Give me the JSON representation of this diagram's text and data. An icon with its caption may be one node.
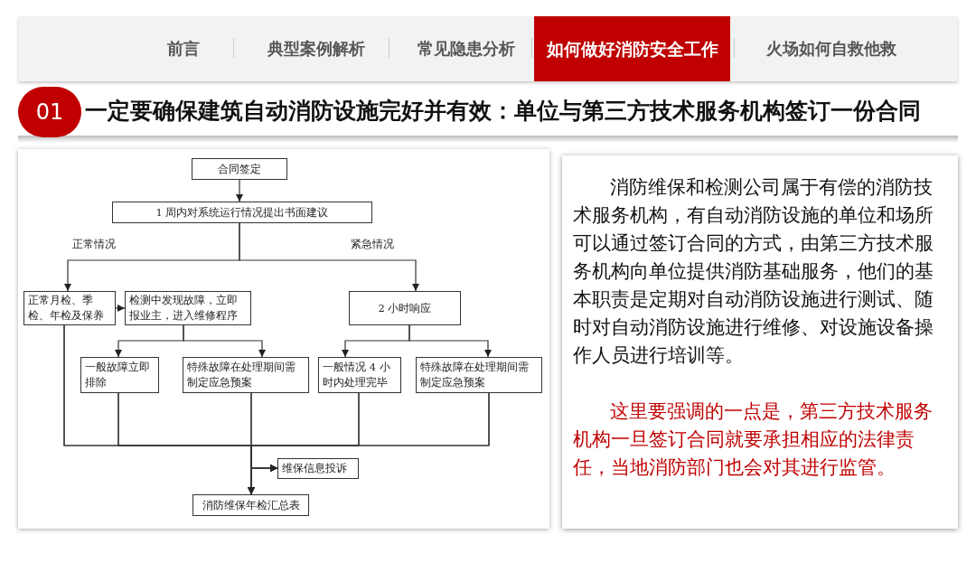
{
  "diagram": {
    "title": "一定要确保建筑自动消防设施完好并有效：单位与第三方技术服务机构签订一份合同",
    "nodes": [
      {
        "text": [
          "合同签定"
        ]
      },
      {
        "text": [
          "1 周内对系统运行情况提出书面建议"
        ]
      },
      {
        "text": [
          "正常月检、季检、年检及保养"
        ]
      },
      {
        "text": [
          "检测中发现故障，立即报业主，进入维修程序"
        ]
      },
      {
        "text": [
          "一般故障立即排除"
        ]
      },
      {
        "text": [
          "特殊故障在处理期间需制定应急预案"
        ]
      },
      {
        "text": [
          "2 小时响应"
        ]
      },
      {
        "text": [
          "一般情况 4 小时内处理完毕"
        ]
      },
      {
        "text": [
          "特殊故障在处理期间需制定应急预案"
        ]
      },
      {
        "text": [
          "维保信息投诉"
        ]
      },
      {
        "text": [
          "消防维保年检汇总表"
        ]
      }
    ],
    "edges": [
      {
        "from": 0,
        "to": 1,
        "arrow": "to"
      },
      {
        "from": 1,
        "to": 2,
        "arrow": "to",
        "label": "正常情况"
      },
      {
        "from": 1,
        "to": 6,
        "arrow": "to",
        "label": "紧急情况"
      },
      {
        "from": 2,
        "to": 3,
        "arrow": "to"
      },
      {
        "from": 3,
        "to": 4,
        "arrow": "to"
      },
      {
        "from": 3,
        "to": 5,
        "arrow": "to"
      },
      {
        "from": 6,
        "to": 7,
        "arrow": "to"
      },
      {
        "from": 6,
        "to": 8,
        "arrow": "to"
      },
      {
        "from": 2,
        "to": 10,
        "arrow": "to"
      },
      {
        "from": 4,
        "to": 10,
        "arrow": "to"
      },
      {
        "from": 5,
        "to": 10,
        "arrow": "to"
      },
      {
        "from": 7,
        "to": 10,
        "arrow": "to"
      },
      {
        "from": 8,
        "to": 10,
        "arrow": "to"
      },
      {
        "from": 2,
        "to": 9,
        "arrow": "to"
      },
      {
        "from": 4,
        "to": 9,
        "arrow": "to"
      },
      {
        "from": 5,
        "to": 9,
        "arrow": "to"
      },
      {
        "from": 7,
        "to": 9,
        "arrow": "to"
      },
      {
        "from": 8,
        "to": 9,
        "arrow": "to"
      }
    ],
    "labels": [
      "前言",
      "典型案例解析",
      "常见隐患分析",
      "如何做好消防安全工作",
      "火场如何自救他救",
      "01",
      "消防维保和检测公司属于有偿的消防技术服务机构，有自动消防设施的单位和场所可以通过签订合同的方式，由第三方技术服务机构向单位提供消防基础服务，他们的基本职责是定期对自动消防设施进行测试、随时对自动消防设施进行维修、对设施设备操作人员进行培训等。",
      "这里要强调的一点是，第三方技术服务机构一旦签订合同就要承担相应的法律责任，当地消防部门也会对其进行监管。"
    ]
  }
}
